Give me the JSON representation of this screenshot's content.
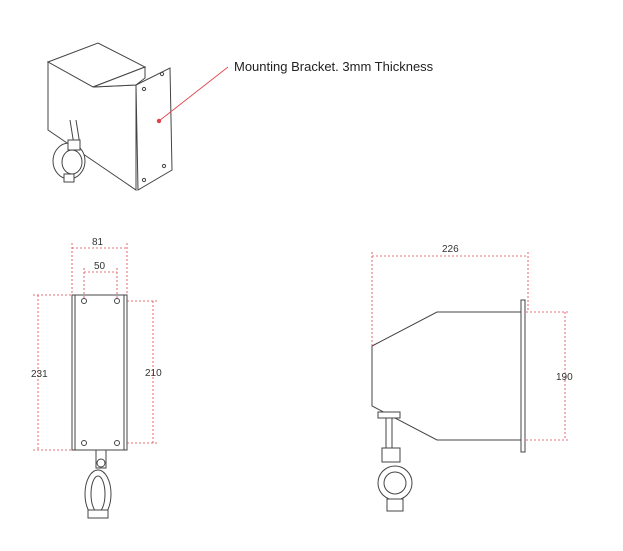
{
  "callout": {
    "text": "Mounting Bracket. 3mm Thickness"
  },
  "dimensions": {
    "front_width": "81",
    "front_hole_spacing": "50",
    "front_height": "231",
    "front_hole_height": "210",
    "side_depth": "226",
    "side_height": "190"
  },
  "colors": {
    "dimension_line": "#e0424b",
    "drawing_line": "#444444"
  }
}
